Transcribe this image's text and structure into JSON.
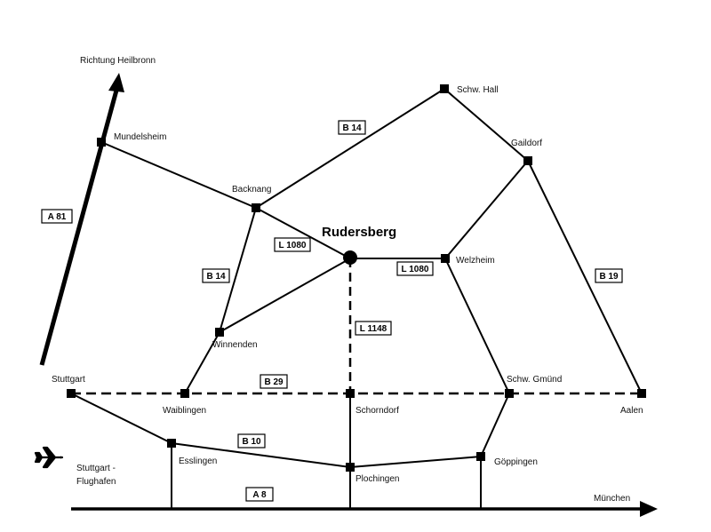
{
  "map": {
    "center": "Rudersberg",
    "places": {
      "heilbronn": "Richtung Heilbronn",
      "schw_hall": "Schw. Hall",
      "mundelsheim": "Mundelsheim",
      "gaildorf": "Gaildorf",
      "backnang": "Backnang",
      "rudersberg": "Rudersberg",
      "welzheim": "Welzheim",
      "winnenden": "Winnenden",
      "stuttgart": "Stuttgart",
      "waiblingen": "Waiblingen",
      "schorndorf": "Schorndorf",
      "schw_gmuend": "Schw. Gmünd",
      "aalen": "Aalen",
      "esslingen": "Esslingen",
      "goeppingen": "Göppingen",
      "flughafen_1": "Stuttgart -",
      "flughafen_2": "Flughafen",
      "plochingen": "Plochingen",
      "muenchen": "München"
    },
    "roads": {
      "a81": "A 81",
      "b14_north": "B 14",
      "b14_west": "B 14",
      "l1080_west": "L 1080",
      "l1080_east": "L 1080",
      "b19": "B 19",
      "l1148": "L 1148",
      "b29": "B 29",
      "b10": "B 10",
      "a8": "A 8"
    },
    "icons": {
      "airport": "airplane-icon"
    }
  }
}
